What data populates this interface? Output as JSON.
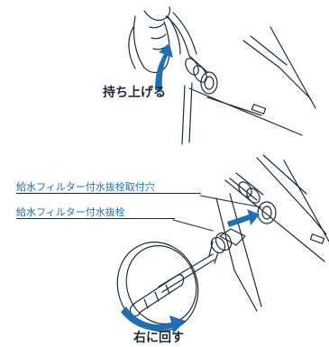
{
  "top_panel": {
    "action_label": "持ち上げる"
  },
  "bottom_panel": {
    "callout_hole": "給水フィルター付水抜栓取付穴",
    "callout_plug": "給水フィルター付水抜栓",
    "action_label": "右に回す"
  },
  "colors": {
    "stroke": "#1b2a3a",
    "arrow_fill": "#1f6fb5",
    "label_text": "#1b2a3a",
    "callout_text": "#1f6fb5"
  },
  "icons": {
    "lift_arrow": "curved-up-arrow-icon",
    "turn_arrow": "curved-turn-arrow-icon",
    "insert_arrow": "insert-arrow-icon"
  }
}
